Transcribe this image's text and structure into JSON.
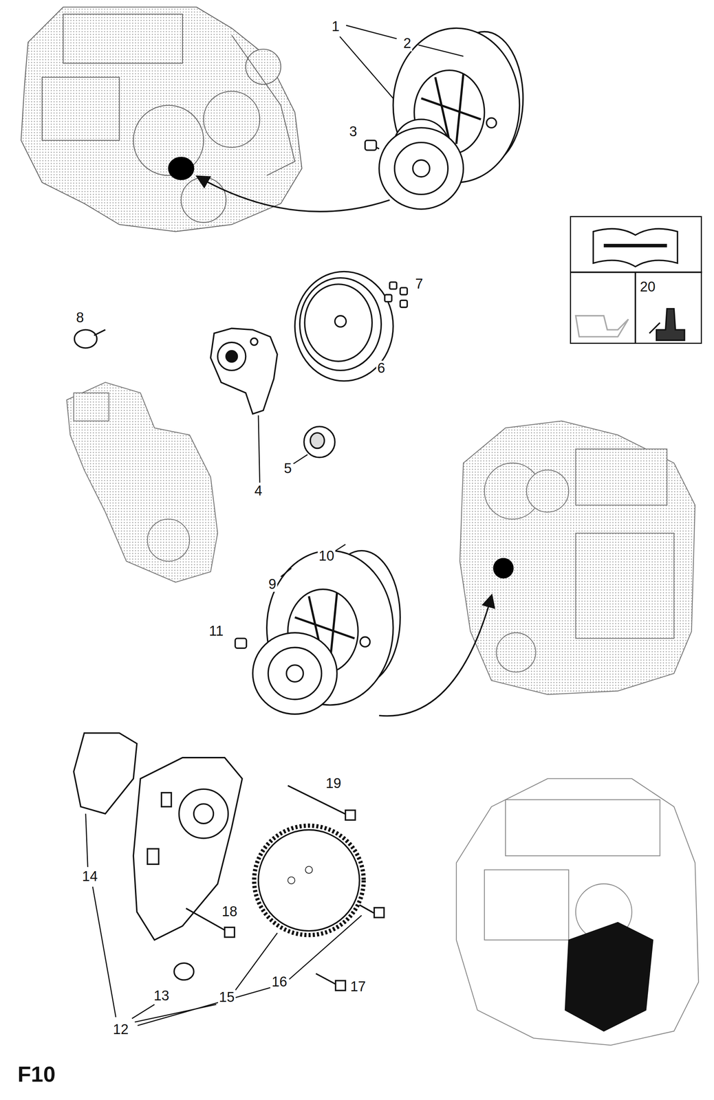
{
  "diagram": {
    "nodes": [
      {
        "text": [
          "20"
        ]
      }
    ],
    "labels": [
      "1",
      "2",
      "3",
      "7",
      "8",
      "6",
      "5",
      "4",
      "10",
      "9",
      "11",
      "19",
      "14",
      "18",
      "13",
      "15",
      "16",
      "17",
      "12",
      "F10"
    ]
  }
}
